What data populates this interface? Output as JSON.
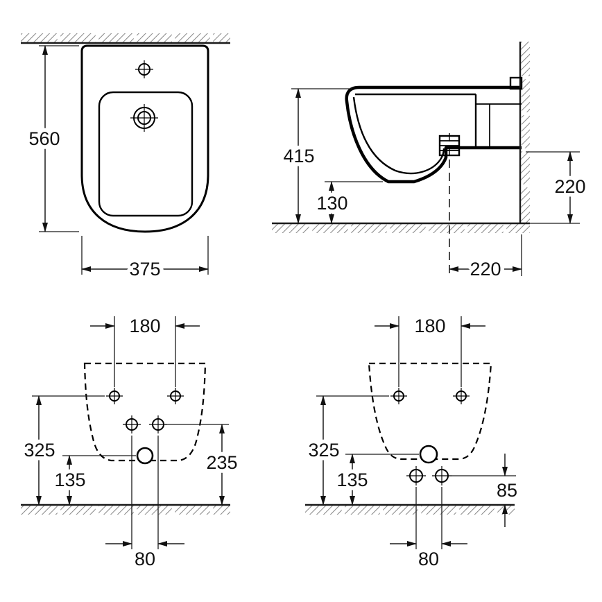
{
  "drawing": {
    "plan": {
      "height": "560",
      "width": "375"
    },
    "side": {
      "height": "415",
      "rim_to_floor": "130",
      "outlet_height": "220",
      "outlet_offset": "220"
    },
    "rear_a": {
      "top_holes": "180",
      "side_height": "325",
      "drain_height": "135",
      "mid_holes_height": "235",
      "bottom_holes": "80"
    },
    "rear_b": {
      "top_holes": "180",
      "side_height": "325",
      "drain_height": "135",
      "lower_holes_height": "85",
      "bottom_holes": "80"
    }
  }
}
